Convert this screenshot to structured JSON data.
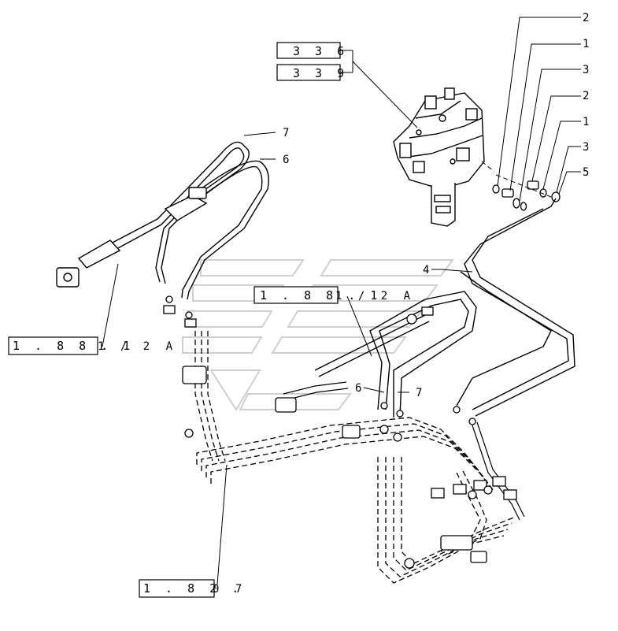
{
  "diagram": {
    "refs": {
      "r336": "3 3 6",
      "r339": "3 3 9",
      "ref_center": "1 . 8 8 . 1",
      "ref_center_suffix": "1 /  2 A",
      "ref_left": "1 . 8 8 . 1",
      "ref_left_suffix": "1 /  2 A",
      "ref_bottom": "1 . 8 2 .",
      "ref_bottom_suffix": "0  7"
    },
    "callouts": {
      "c2a": "2",
      "c1a": "1",
      "c3a": "3",
      "c2b": "2",
      "c1b": "1",
      "c3b": "3",
      "c5": "5",
      "c4": "4",
      "c7_top": "7",
      "c6_top": "6",
      "c6_mid": "6",
      "c7_mid": "7"
    },
    "colors": {
      "line": "#000000",
      "watermark": "#cfcfcf"
    }
  }
}
